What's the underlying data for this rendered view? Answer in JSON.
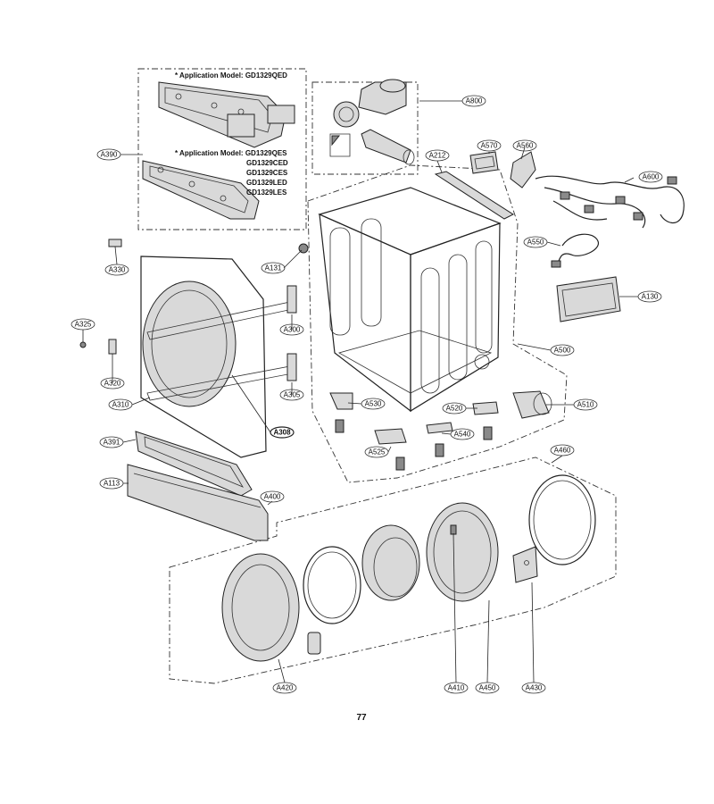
{
  "page_number": "77",
  "notes": [
    {
      "id": "note-qed",
      "lines": [
        "* Application Model: GD1329QED"
      ]
    },
    {
      "id": "note-qes",
      "lines": [
        "* Application Model: GD1329QES",
        "GD1329CED",
        "GD1329CES",
        "GD1329LED",
        "GD1329LES"
      ]
    }
  ],
  "callouts": [
    {
      "id": "A800",
      "label": "A800"
    },
    {
      "id": "A390",
      "label": "A390"
    },
    {
      "id": "A570",
      "label": "A570"
    },
    {
      "id": "A560",
      "label": "A560"
    },
    {
      "id": "A212",
      "label": "A212"
    },
    {
      "id": "A600",
      "label": "A600"
    },
    {
      "id": "A550",
      "label": "A550"
    },
    {
      "id": "A330",
      "label": "A330"
    },
    {
      "id": "A131",
      "label": "A131"
    },
    {
      "id": "A130",
      "label": "A130"
    },
    {
      "id": "A325",
      "label": "A325"
    },
    {
      "id": "A300",
      "label": "A300"
    },
    {
      "id": "A500",
      "label": "A500"
    },
    {
      "id": "A320",
      "label": "A320"
    },
    {
      "id": "A305",
      "label": "A305"
    },
    {
      "id": "A310",
      "label": "A310"
    },
    {
      "id": "A530",
      "label": "A530"
    },
    {
      "id": "A520",
      "label": "A520"
    },
    {
      "id": "A510",
      "label": "A510"
    },
    {
      "id": "A308",
      "label": "A308"
    },
    {
      "id": "A540",
      "label": "A540"
    },
    {
      "id": "A391",
      "label": "A391"
    },
    {
      "id": "A525",
      "label": "A525"
    },
    {
      "id": "A460",
      "label": "A460"
    },
    {
      "id": "A113",
      "label": "A113"
    },
    {
      "id": "A400",
      "label": "A400"
    },
    {
      "id": "A420",
      "label": "A420"
    },
    {
      "id": "A410",
      "label": "A410"
    },
    {
      "id": "A450",
      "label": "A450"
    },
    {
      "id": "A430",
      "label": "A430"
    }
  ]
}
